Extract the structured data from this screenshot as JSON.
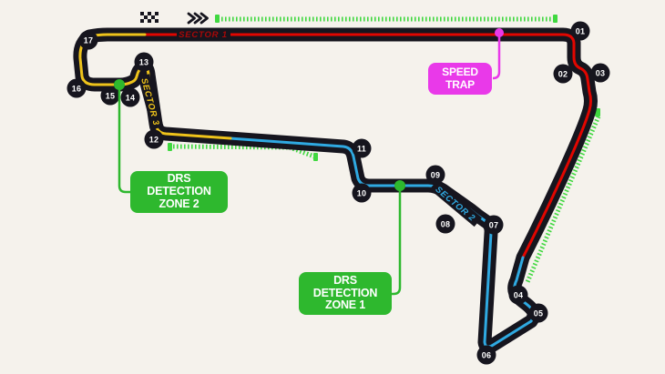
{
  "title": "Formula 1 circuit map with sectors, DRS zones and speed trap",
  "colors": {
    "background": "#f5f2ec",
    "track": "#16151e",
    "sector1": "#e10600",
    "sector1_text": "#a80808",
    "sector2": "#2fa9e1",
    "sector3": "#eec31b",
    "drs_green": "#2eb82e",
    "drs_dash": "#40d840",
    "magenta": "#e939e9",
    "ink": "#16151e"
  },
  "icons": {
    "checkered_flag": "checkered-flag",
    "direction_arrows": "chevrons-right"
  },
  "track": {
    "sectors": [
      {
        "name": "SECTOR 1",
        "color": "#e10600"
      },
      {
        "name": "SECTOR 2",
        "color": "#2fa9e1"
      },
      {
        "name": "SECTOR 3",
        "color": "#eec31b"
      }
    ],
    "corners": [
      {
        "label": "01"
      },
      {
        "label": "02"
      },
      {
        "label": "03"
      },
      {
        "label": "04"
      },
      {
        "label": "05"
      },
      {
        "label": "06"
      },
      {
        "label": "07"
      },
      {
        "label": "08"
      },
      {
        "label": "09"
      },
      {
        "label": "10"
      },
      {
        "label": "11"
      },
      {
        "label": "12"
      },
      {
        "label": "13"
      },
      {
        "label": "14"
      },
      {
        "label": "15"
      },
      {
        "label": "16"
      },
      {
        "label": "17"
      }
    ]
  },
  "labels": {
    "speed_trap": {
      "lines": [
        "SPEED",
        "TRAP"
      ]
    },
    "drs_zone_1": {
      "lines": [
        "DRS",
        "DETECTION",
        "ZONE 1"
      ]
    },
    "drs_zone_2": {
      "lines": [
        "DRS",
        "DETECTION",
        "ZONE 2"
      ]
    }
  }
}
